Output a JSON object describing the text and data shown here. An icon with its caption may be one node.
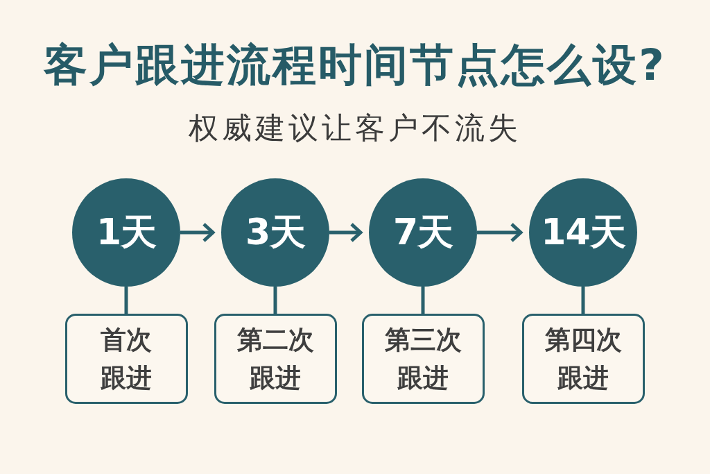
{
  "diagram": {
    "title": "客户跟进流程时间节点怎么设?",
    "nodes": [
      {
        "text": [
          "1天"
        ]
      },
      {
        "text": [
          "3天"
        ]
      },
      {
        "text": [
          "7天"
        ]
      },
      {
        "text": [
          "14天"
        ]
      },
      {
        "text": [
          "首次跟进"
        ]
      },
      {
        "text": [
          "第二次跟进"
        ]
      },
      {
        "text": [
          "第三次跟进"
        ]
      },
      {
        "text": [
          "第四次跟进"
        ]
      }
    ],
    "edges": [
      {
        "from": 0,
        "to": 1,
        "arrow": "to"
      },
      {
        "from": 1,
        "to": 2,
        "arrow": "to"
      },
      {
        "from": 2,
        "to": 3,
        "arrow": "to"
      },
      {
        "from": 0,
        "to": 4,
        "arrow": "none"
      },
      {
        "from": 1,
        "to": 5,
        "arrow": "none"
      },
      {
        "from": 2,
        "to": 6,
        "arrow": "none"
      },
      {
        "from": 3,
        "to": 7,
        "arrow": "none"
      }
    ],
    "labels": [
      "权威建议让客户不流失"
    ]
  }
}
